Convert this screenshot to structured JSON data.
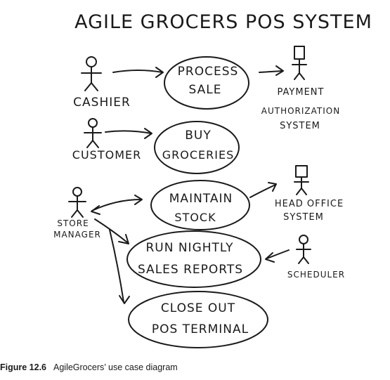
{
  "title": "AGILE GROCERS POS SYSTEM",
  "actors": {
    "cashier": "CASHIER",
    "customer": "CUSTOMER",
    "store_manager": [
      "STORE",
      "MANAGER"
    ],
    "payment_authorization_system": [
      "PAYMENT",
      "AUTHORIZATION",
      "SYSTEM"
    ],
    "head_office_system": [
      "HEAD OFFICE",
      "SYSTEM"
    ],
    "scheduler": "SCHEDULER"
  },
  "use_cases": {
    "process_sale": [
      "PROCESS",
      "SALE"
    ],
    "buy_groceries": [
      "BUY",
      "GROCERIES"
    ],
    "maintain_stock": [
      "MAINTAIN",
      "STOCK"
    ],
    "run_nightly_sales_reports": [
      "RUN NIGHTLY",
      "SALES REPORTS"
    ],
    "close_out_pos_terminal": [
      "CLOSE OUT",
      "POS TERMINAL"
    ]
  },
  "caption": {
    "figure": "Figure 12.6",
    "text": "AgileGrocers’ use case diagram"
  }
}
